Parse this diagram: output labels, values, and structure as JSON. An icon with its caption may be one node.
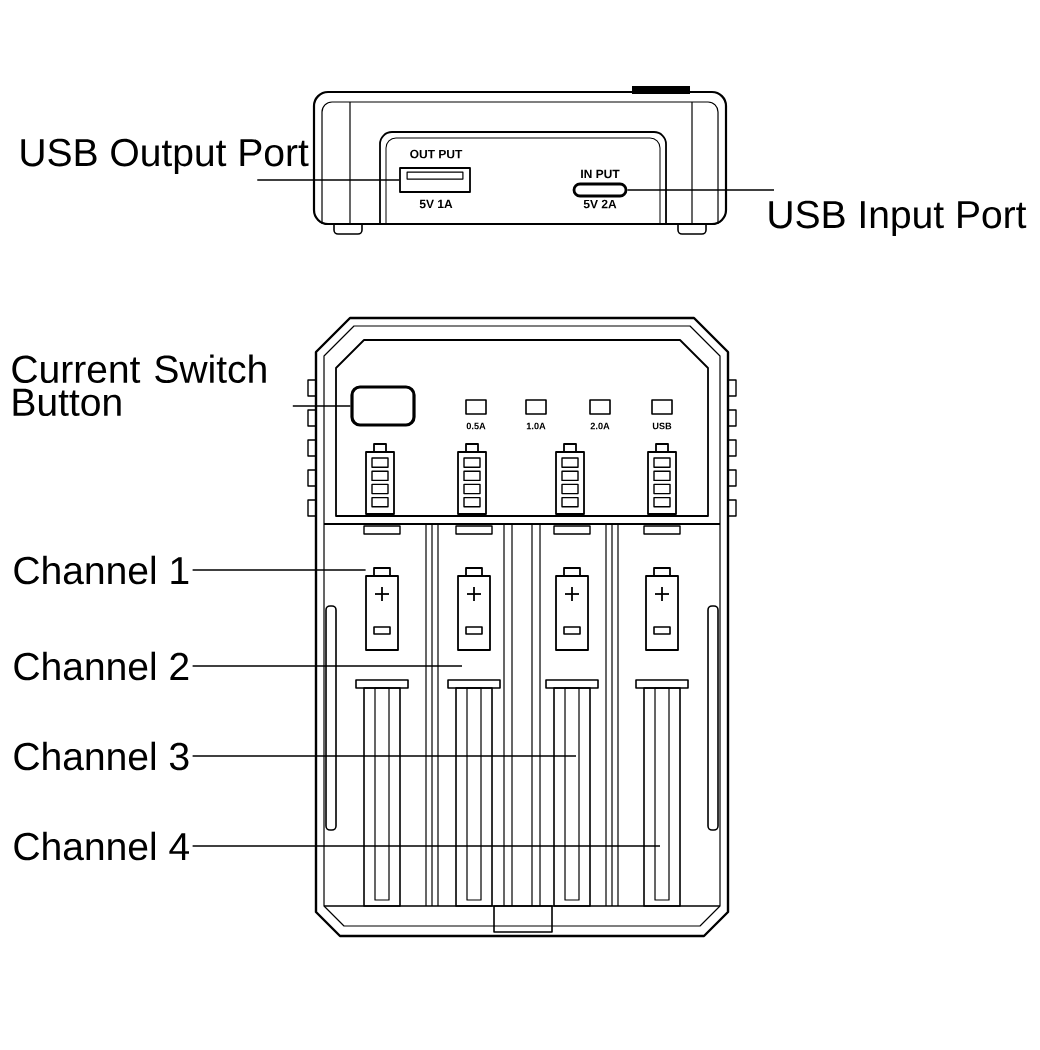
{
  "diagram": {
    "nodes": [
      {
        "text": [
          "USB Output Port"
        ]
      },
      {
        "text": [],
        "shape": "box",
        "beside": [
          "OUT PUT",
          "5V 1A"
        ]
      },
      {
        "text": [],
        "shape": "box",
        "beside": [
          "IN PUT",
          "5V 2A"
        ]
      },
      {
        "text": [
          "USB Input Port"
        ]
      },
      {
        "text": [
          "Current Switch Button"
        ]
      },
      {
        "text": [],
        "shape": "box"
      },
      {
        "text": [
          "Channel 1"
        ]
      },
      {
        "text": [
          "Channel 2"
        ]
      },
      {
        "text": [
          "Channel 3"
        ]
      },
      {
        "text": [
          "Channel 4"
        ]
      },
      {
        "text": [],
        "shape": "picture"
      },
      {
        "text": [],
        "shape": "picture"
      },
      {
        "text": [],
        "shape": "picture"
      },
      {
        "text": [],
        "shape": "picture"
      }
    ],
    "edges": [
      {
        "from": 0,
        "to": 1,
        "arrow": "none"
      },
      {
        "from": 3,
        "to": 2,
        "arrow": "none"
      },
      {
        "from": 4,
        "to": 5,
        "arrow": "none"
      },
      {
        "from": 6,
        "to": 10,
        "arrow": "none"
      },
      {
        "from": 7,
        "to": 11,
        "arrow": "none"
      },
      {
        "from": 8,
        "to": null,
        "arrow": "none"
      },
      {
        "from": 9,
        "to": null,
        "arrow": "none"
      }
    ],
    "labels": [
      "0.5A",
      "1.0A",
      "2.0A",
      "USB"
    ]
  }
}
